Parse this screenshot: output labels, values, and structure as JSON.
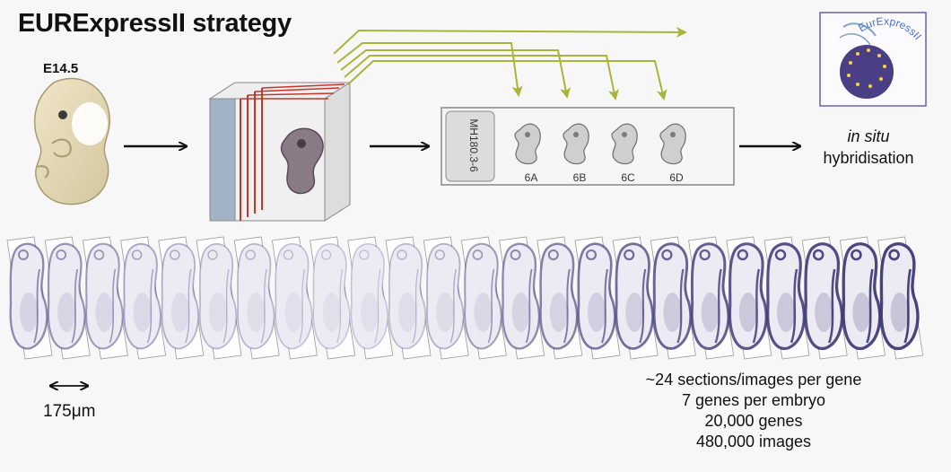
{
  "title": "EURExpressII strategy",
  "stage_label": "E14.5",
  "slide": {
    "label": "MH180.3-6",
    "sections": [
      "6A",
      "6B",
      "6C",
      "6D"
    ]
  },
  "logo": {
    "text": "EurExpressII"
  },
  "insitu": {
    "italic": "in situ",
    "normal": "hybridisation"
  },
  "scale": {
    "value": 175,
    "unit": "μm"
  },
  "stats": [
    "~24 sections/images per gene",
    "7 genes per embryo",
    "20,000 genes",
    "480,000 images"
  ],
  "strip": {
    "count": 24,
    "intensity": [
      0.55,
      0.5,
      0.45,
      0.4,
      0.35,
      0.32,
      0.32,
      0.28,
      0.25,
      0.25,
      0.3,
      0.35,
      0.45,
      0.55,
      0.6,
      0.65,
      0.7,
      0.75,
      0.78,
      0.82,
      0.85,
      0.88,
      0.9,
      0.92
    ]
  },
  "colors": {
    "arrow": "#111111",
    "green_arrow": "#a8b53a",
    "red_section": "#c0392b",
    "logo_circle": "#4a3f84",
    "logo_border": "#6b5fb0",
    "stain": "#3b3472"
  }
}
